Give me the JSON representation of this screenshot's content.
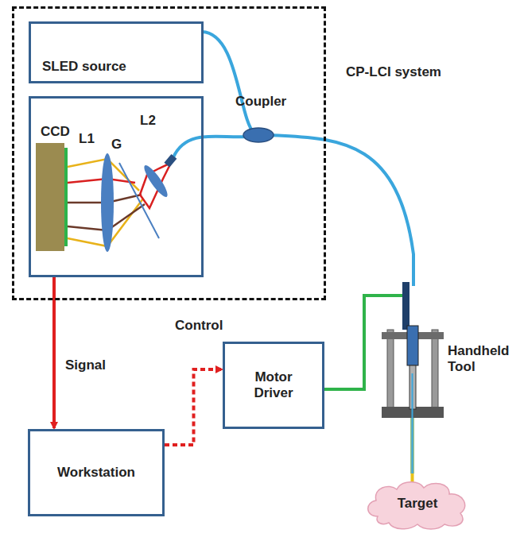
{
  "diagram": {
    "nodes": [
      {
        "text": [
          "CP-LCI system"
        ]
      },
      {
        "text": [
          "SLED source"
        ],
        "in": 0
      },
      {
        "text": [
          "CCD"
        ],
        "in": 0
      },
      {
        "text": [
          "Workstation"
        ]
      },
      {
        "text": [
          "Motor Driver"
        ]
      },
      {
        "text": [
          "Target"
        ]
      }
    ],
    "edges": [
      {
        "from": 2,
        "to": 3,
        "arrow": "to",
        "label": "Signal"
      },
      {
        "from": 3,
        "to": 4,
        "arrow": "to",
        "label": "Control"
      }
    ],
    "labels": [
      "Coupler",
      "L1",
      "G",
      "L2",
      "Handheld Tool"
    ]
  }
}
